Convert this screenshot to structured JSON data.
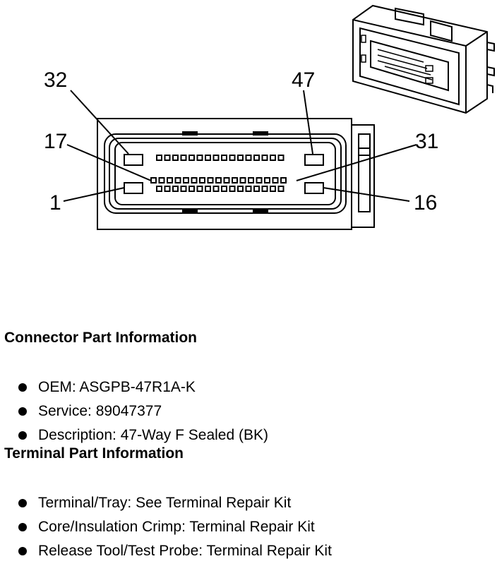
{
  "diagram": {
    "pin_labels": {
      "p32": "32",
      "p47": "47",
      "p17": "17",
      "p31": "31",
      "p1": "1",
      "p16": "16"
    }
  },
  "connector_info": {
    "heading": "Connector Part Information",
    "items": [
      "OEM: ASGPB-47R1A-K",
      "Service: 89047377",
      "Description: 47-Way F Sealed (BK)"
    ]
  },
  "terminal_info": {
    "heading": "Terminal Part Information",
    "items": [
      "Terminal/Tray: See Terminal Repair Kit",
      "Core/Insulation Crimp: Terminal Repair Kit",
      "Release Tool/Test Probe: Terminal Repair Kit"
    ]
  }
}
